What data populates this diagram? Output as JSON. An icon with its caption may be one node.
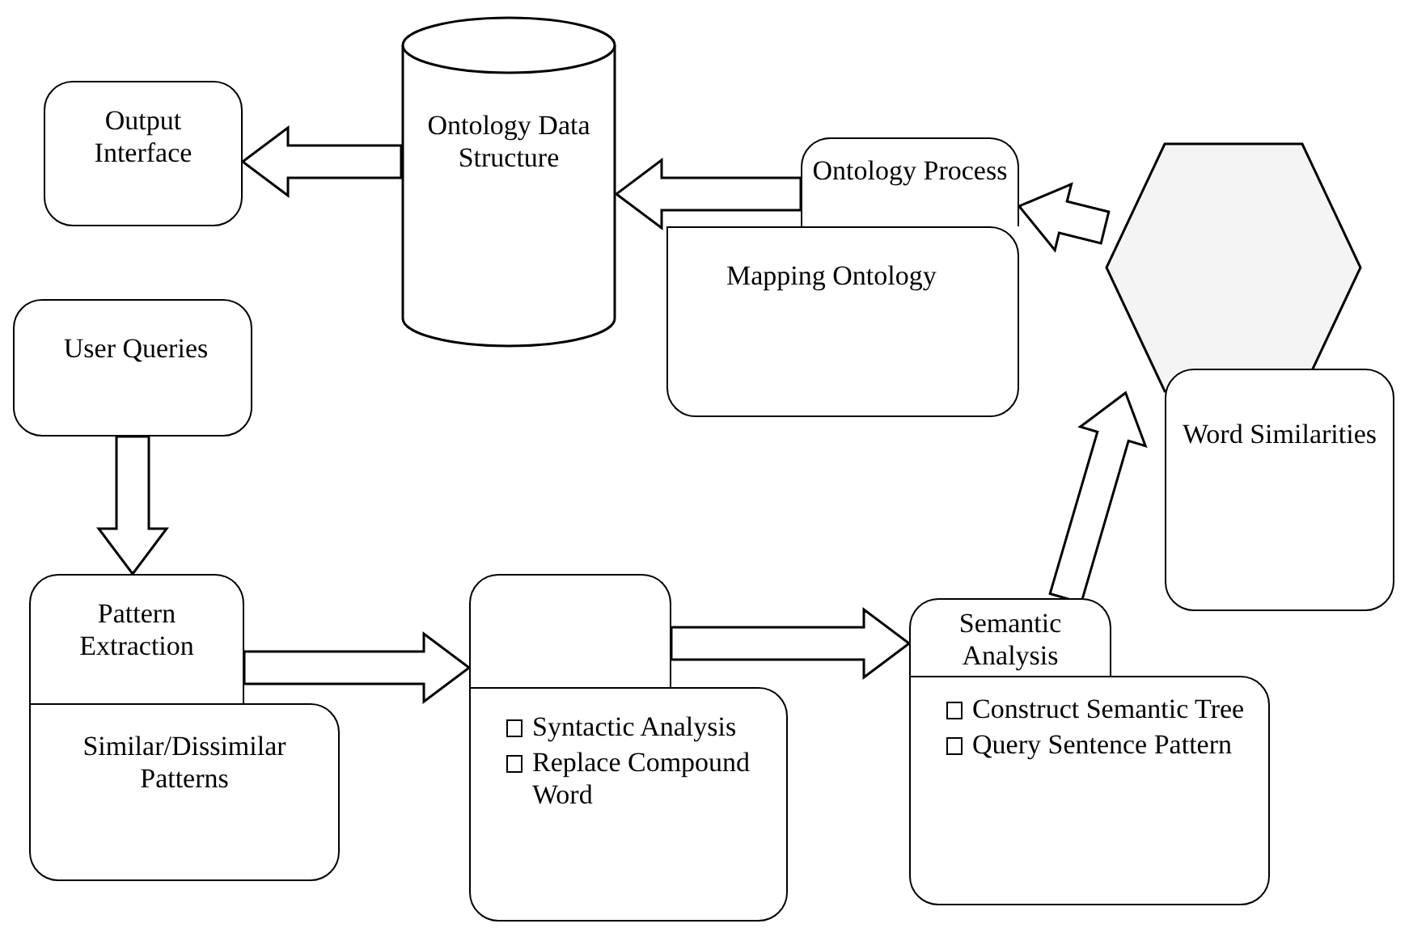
{
  "diagram": {
    "nodes": [
      {
        "text": [
          "Output Interface"
        ]
      },
      {
        "text": [
          "Ontology Data Structure"
        ]
      },
      {
        "text": [
          "Ontology Process"
        ]
      },
      {
        "text": [
          "Mapping Ontology"
        ]
      },
      {
        "text": [],
        "shape": "hexagon"
      },
      {
        "text": [
          "Word Similarities"
        ]
      },
      {
        "text": [
          "User Queries"
        ]
      },
      {
        "text": [
          "Pattern Extraction"
        ]
      },
      {
        "text": [
          "Similar/Dissimilar Patterns"
        ]
      },
      {
        "text": [],
        "shape": "box"
      },
      {
        "text": [
          "Syntactic Analysis",
          "Replace Compound Word"
        ]
      },
      {
        "text": [
          "Semantic Analysis"
        ]
      },
      {
        "text": [
          "Construct Semantic Tree",
          "Query Sentence Pattern"
        ]
      }
    ],
    "edges": [
      {
        "from": 2,
        "to": 1,
        "arrow": "to"
      },
      {
        "from": 1,
        "to": 0,
        "arrow": "to"
      },
      {
        "from": 4,
        "to": 2,
        "arrow": "to"
      },
      {
        "from": 6,
        "to": 7,
        "arrow": "to"
      },
      {
        "from": 7,
        "to": 9,
        "arrow": "to"
      },
      {
        "from": 9,
        "to": 11,
        "arrow": "to"
      },
      {
        "from": 11,
        "to": 4,
        "arrow": "to"
      }
    ]
  }
}
